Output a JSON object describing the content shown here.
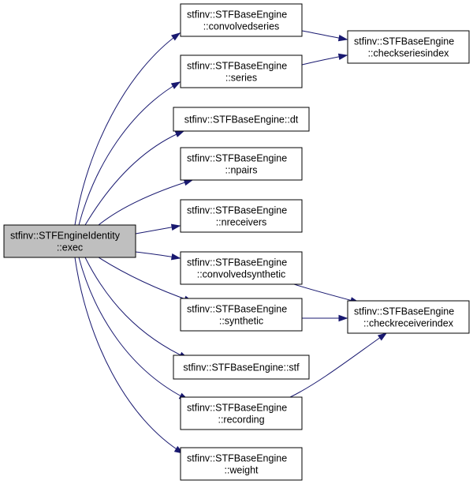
{
  "diagram": {
    "colors": {
      "edge": "#191970",
      "node_fill": "#ffffff",
      "root_fill": "#bfbfbf",
      "border": "#000000"
    },
    "nodes": [
      {
        "id": "root",
        "lines": [
          "stfinv::STFEngineIdentity",
          "::exec"
        ],
        "root": true
      },
      {
        "id": "convolvedseries",
        "lines": [
          "stfinv::STFBaseEngine",
          "::convolvedseries"
        ]
      },
      {
        "id": "series",
        "lines": [
          "stfinv::STFBaseEngine",
          "::series"
        ]
      },
      {
        "id": "dt",
        "lines": [
          "stfinv::STFBaseEngine::dt"
        ]
      },
      {
        "id": "npairs",
        "lines": [
          "stfinv::STFBaseEngine",
          "::npairs"
        ]
      },
      {
        "id": "nreceivers",
        "lines": [
          "stfinv::STFBaseEngine",
          "::nreceivers"
        ]
      },
      {
        "id": "convolvedsynthetic",
        "lines": [
          "stfinv::STFBaseEngine",
          "::convolvedsynthetic"
        ]
      },
      {
        "id": "synthetic",
        "lines": [
          "stfinv::STFBaseEngine",
          "::synthetic"
        ]
      },
      {
        "id": "stf",
        "lines": [
          "stfinv::STFBaseEngine::stf"
        ]
      },
      {
        "id": "recording",
        "lines": [
          "stfinv::STFBaseEngine",
          "::recording"
        ]
      },
      {
        "id": "weight",
        "lines": [
          "stfinv::STFBaseEngine",
          "::weight"
        ]
      },
      {
        "id": "checkseriesindex",
        "lines": [
          "stfinv::STFBaseEngine",
          "::checkseriesindex"
        ]
      },
      {
        "id": "checkreceiverindex",
        "lines": [
          "stfinv::STFBaseEngine",
          "::checkreceiverindex"
        ]
      }
    ],
    "edges": [
      {
        "from": "root",
        "to": "convolvedseries"
      },
      {
        "from": "root",
        "to": "series"
      },
      {
        "from": "root",
        "to": "dt"
      },
      {
        "from": "root",
        "to": "npairs"
      },
      {
        "from": "root",
        "to": "nreceivers"
      },
      {
        "from": "root",
        "to": "convolvedsynthetic"
      },
      {
        "from": "root",
        "to": "synthetic"
      },
      {
        "from": "root",
        "to": "stf"
      },
      {
        "from": "root",
        "to": "recording"
      },
      {
        "from": "root",
        "to": "weight"
      },
      {
        "from": "convolvedseries",
        "to": "checkseriesindex"
      },
      {
        "from": "series",
        "to": "checkseriesindex"
      },
      {
        "from": "convolvedsynthetic",
        "to": "checkreceiverindex"
      },
      {
        "from": "synthetic",
        "to": "checkreceiverindex"
      },
      {
        "from": "recording",
        "to": "checkreceiverindex"
      }
    ]
  }
}
